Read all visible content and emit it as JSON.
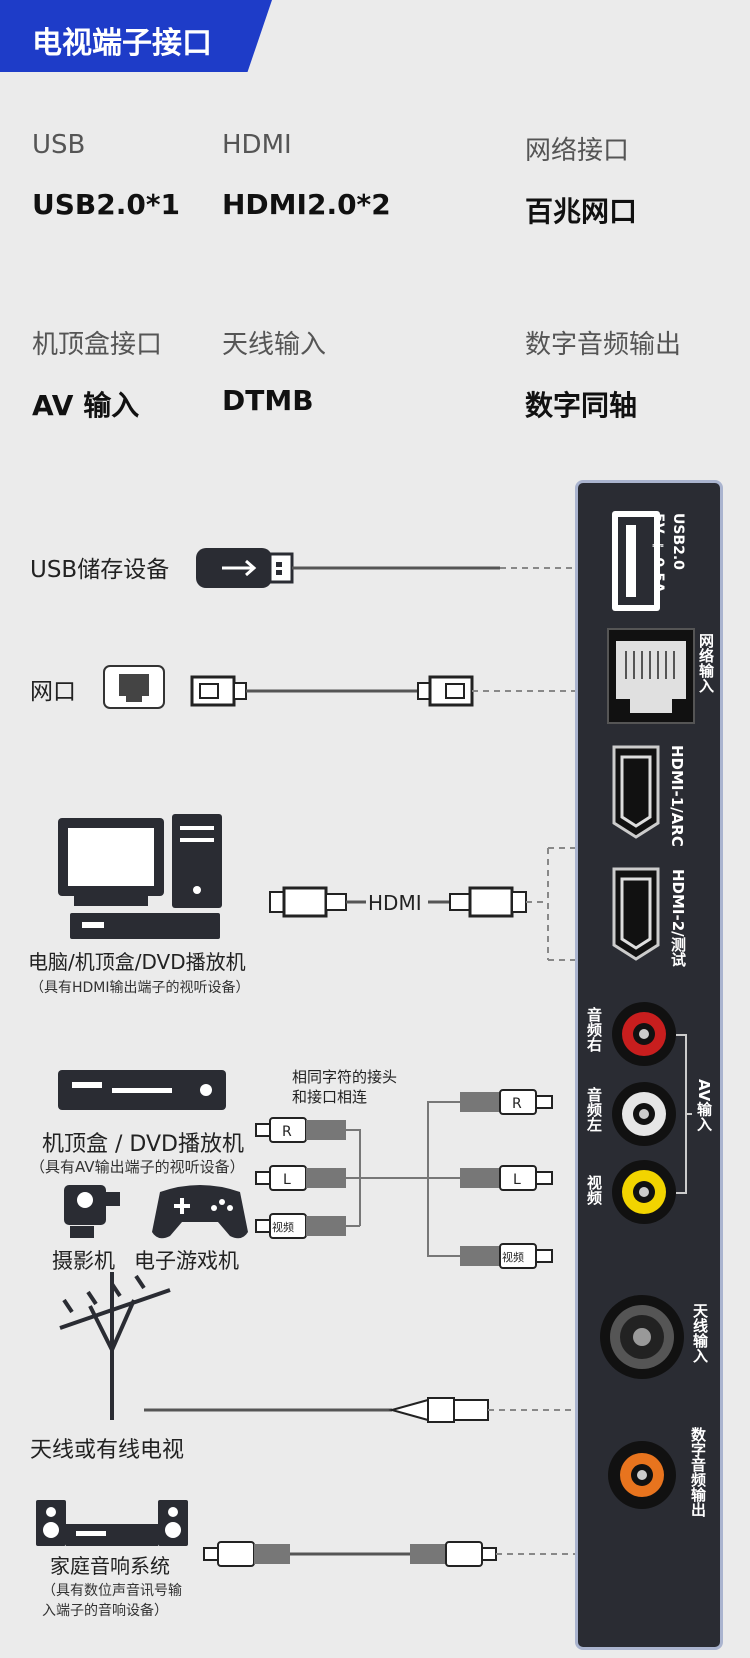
{
  "header": {
    "title": "电视端子接口"
  },
  "specs": [
    {
      "label": "USB",
      "value": "USB2.0*1"
    },
    {
      "label": "HDMI",
      "value": "HDMI2.0*2"
    },
    {
      "label": "网络接口",
      "value": "百兆网口"
    },
    {
      "label": "机顶盒接口",
      "value": "AV 输入"
    },
    {
      "label": "天线输入",
      "value": "DTMB"
    },
    {
      "label": "数字音频输出",
      "value": "数字同轴"
    }
  ],
  "devices": {
    "usb": "USB储存设备",
    "lan": "网口",
    "pc": "电脑/机顶盒/DVD播放机",
    "pc_sub": "（具有HDMI输出端子的视听设备）",
    "stb": "机顶盒 / DVD播放机",
    "stb_sub": "（具有AV输出端子的视听设备）",
    "camera": "摄影机",
    "game": "电子游戏机",
    "antenna": "天线或有线电视",
    "audio": "家庭音响系统",
    "audio_sub1": "（具有数位声音讯号输",
    "audio_sub2": "入端子的音响设备）"
  },
  "cables": {
    "hdmi": "HDMI",
    "note1": "相同字符的接头",
    "note2": "和接口相连",
    "plug_r": "R",
    "plug_l": "L",
    "plug_video": "视频"
  },
  "ports": {
    "usb_line1": "USB2.0",
    "usb_line2": "5V ⎓ 0.5A",
    "lan": "网络输入",
    "hdmi1": "HDMI-1/ARC",
    "hdmi2": "HDMI-2/测试",
    "av_right": "音频右",
    "av_left": "音频左",
    "av_video": "视频",
    "av_group": "AV输入",
    "antenna": "天线输入",
    "coax": "数字音频输出"
  },
  "colors": {
    "title_bg": "#1e3cc8",
    "panel_bg": "#2a2c33",
    "panel_border": "#aab4cf",
    "rca_red": "#c81e1e",
    "rca_white": "#e6e6e6",
    "rca_yellow": "#f2d400",
    "coax_orange": "#e8741e"
  }
}
